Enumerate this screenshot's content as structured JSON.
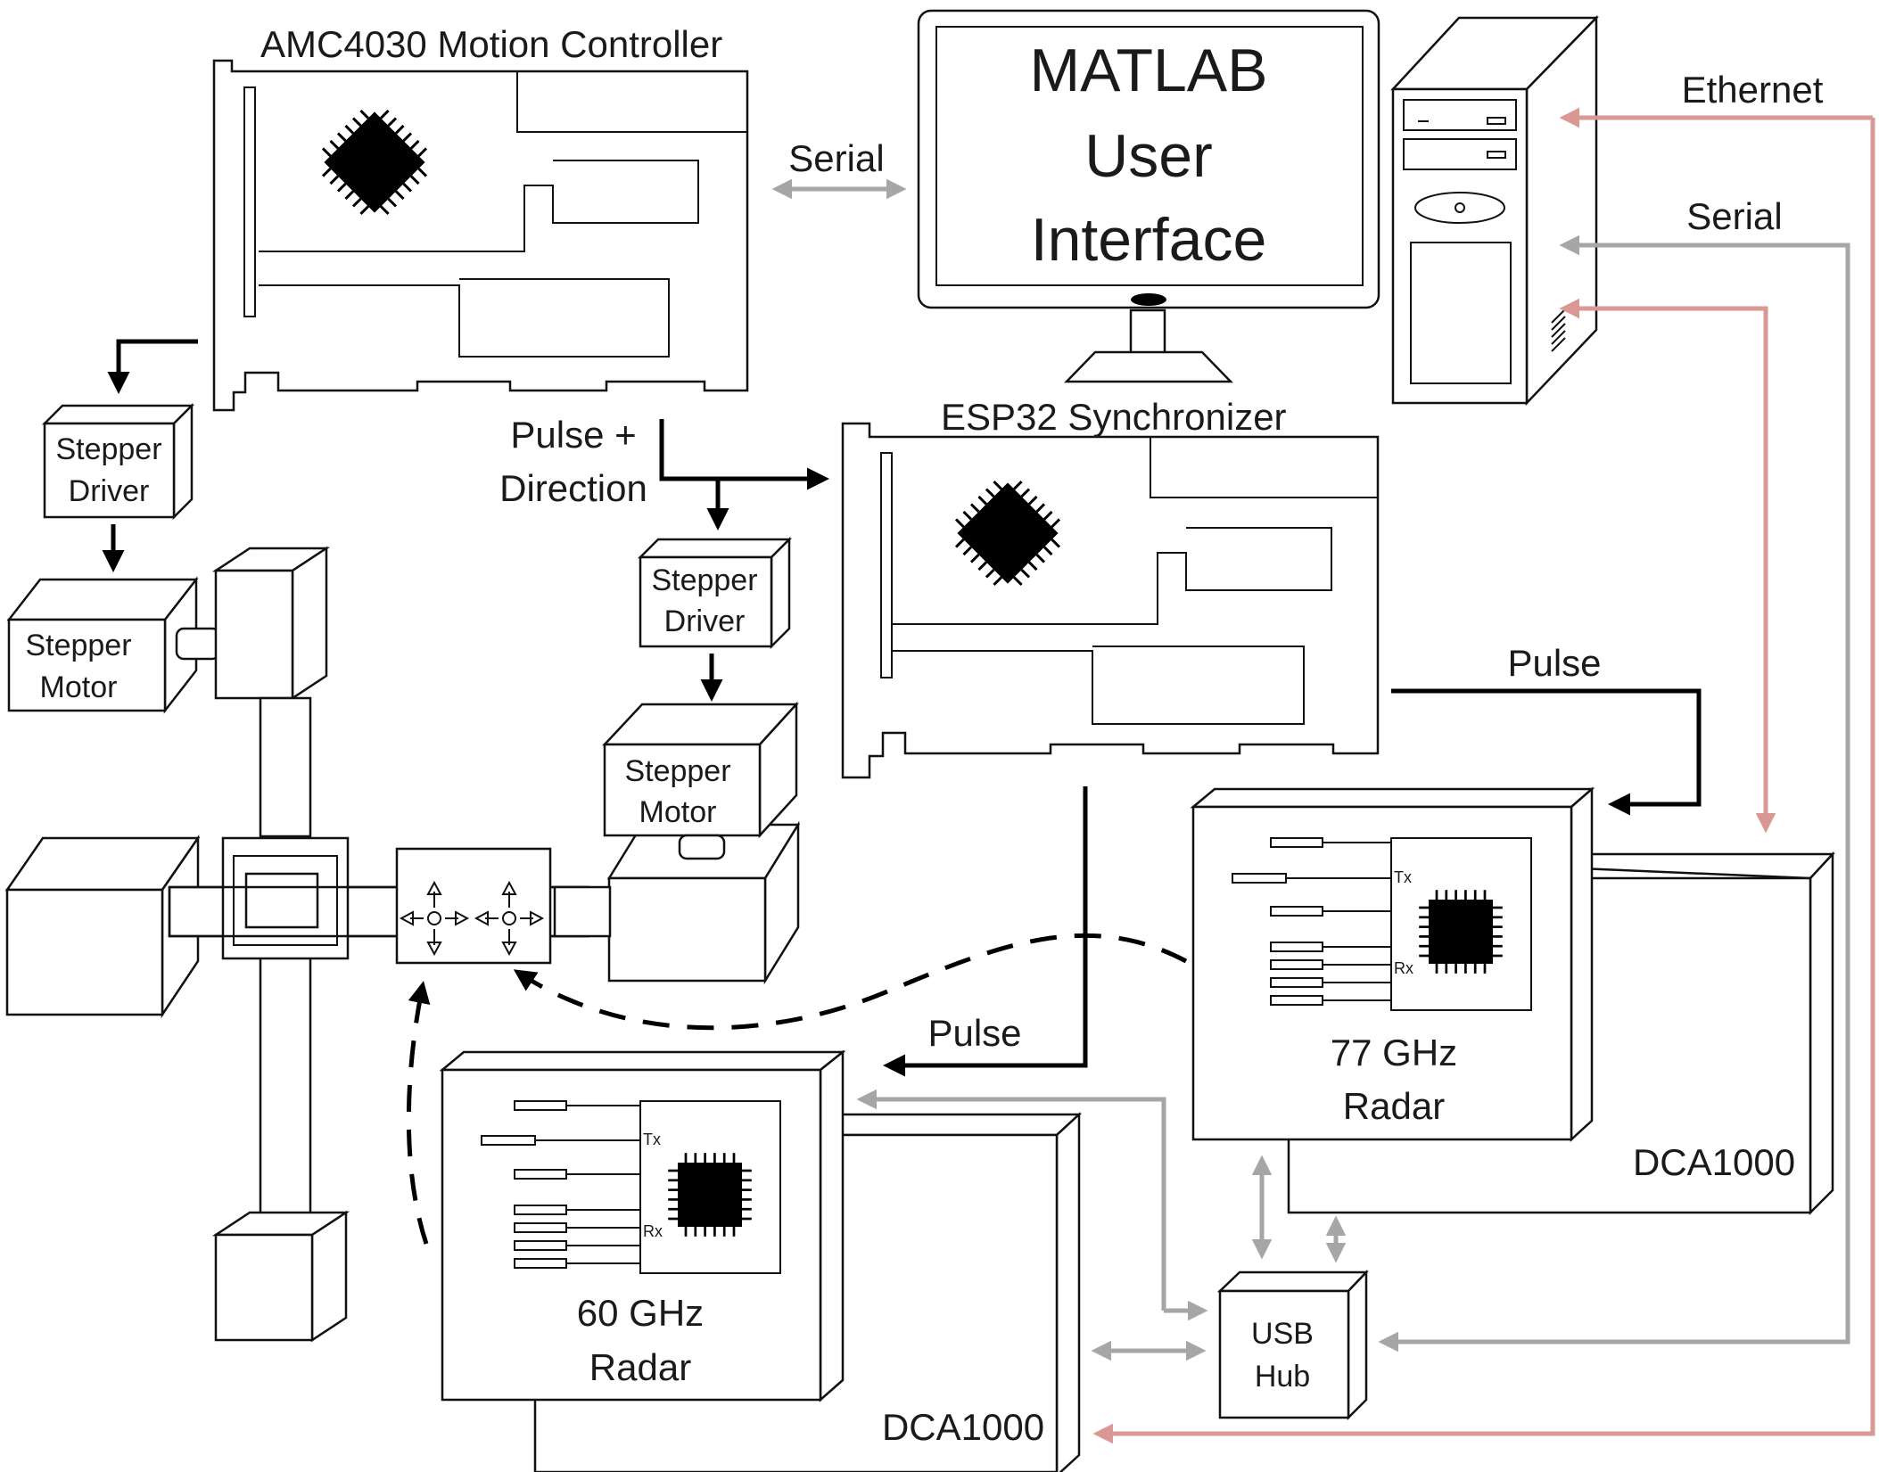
{
  "labels": {
    "amc": "AMC4030 Motion Controller",
    "matlab_1": "MATLAB",
    "matlab_2": "User",
    "matlab_3": "Interface",
    "serial_top": "Serial",
    "ethernet": "Ethernet",
    "serial_right": "Serial",
    "esp32": "ESP32 Synchronizer",
    "pulse_dir_1": "Pulse +",
    "pulse_dir_2": "Direction",
    "stepper_driver_1": "Stepper",
    "stepper_driver_2": "Driver",
    "stepper_motor_1": "Stepper",
    "stepper_motor_2": "Motor",
    "pulse_right": "Pulse",
    "pulse_bottom": "Pulse",
    "radar77_1": "77 GHz",
    "radar77_2": "Radar",
    "radar60_1": "60 GHz",
    "radar60_2": "Radar",
    "dca_right": "DCA1000",
    "dca_left": "DCA1000",
    "usb_1": "USB",
    "usb_2": "Hub",
    "tx": "Tx",
    "rx": "Rx"
  },
  "colors": {
    "control_line": "#000000",
    "serial_usb_line": "#a6a6a6",
    "ethernet_line": "#d99894"
  }
}
